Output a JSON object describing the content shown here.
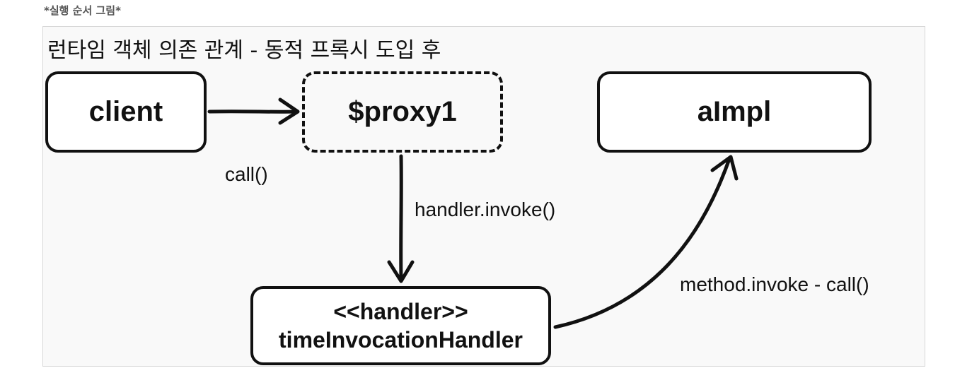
{
  "caption": "*실행 순서 그림*",
  "diagram": {
    "title": "런타임 객체 의존 관계 - 동적 프록시 도입 후",
    "nodes": {
      "client": "client",
      "proxy": "$proxy1",
      "aimpl": "aImpl",
      "handler_stereotype": "<<handler>>",
      "handler_name": "timeInvocationHandler"
    },
    "edges": {
      "client_to_proxy": "call()",
      "proxy_to_handler": "handler.invoke()",
      "handler_to_aimpl": "method.invoke - call()"
    }
  }
}
